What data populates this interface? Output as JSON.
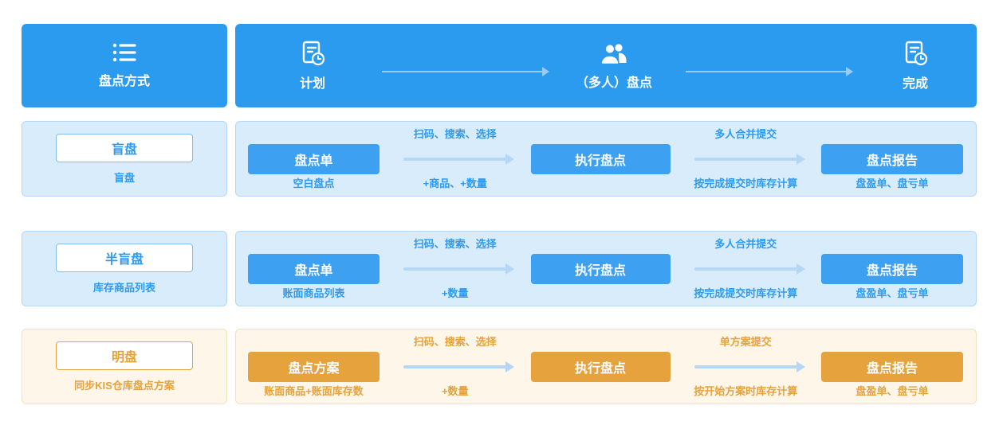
{
  "header": {
    "method_label": "盘点方式",
    "steps": [
      {
        "label": "计划",
        "icon": "document-clock-icon"
      },
      {
        "label": "（多人）盘点",
        "icon": "people-icon"
      },
      {
        "label": "完成",
        "icon": "document-clock-icon"
      }
    ]
  },
  "rows": [
    {
      "method_title": "盲盘",
      "method_subtitle": "盲盘",
      "plan_button": "盘点单",
      "plan_label": "空白盘点",
      "arrow1_top": "扫码、搜索、选择",
      "arrow1_bottom": "+商品、+数量",
      "execute_button": "执行盘点",
      "arrow2_top": "多人合并提交",
      "arrow2_bottom": "按完成提交时库存计算",
      "report_button": "盘点报告",
      "report_label": "盘盈单、盘亏单"
    },
    {
      "method_title": "半盲盘",
      "method_subtitle": "库存商品列表",
      "plan_button": "盘点单",
      "plan_label": "账面商品列表",
      "arrow1_top": "扫码、搜索、选择",
      "arrow1_bottom": "+数量",
      "execute_button": "执行盘点",
      "arrow2_top": "多人合并提交",
      "arrow2_bottom": "按完成提交时库存计算",
      "report_button": "盘点报告",
      "report_label": "盘盈单、盘亏单"
    },
    {
      "method_title": "明盘",
      "method_subtitle": "同步KIS仓库盘点方案",
      "plan_button": "盘点方案",
      "plan_label": "账面商品+账面库存数",
      "arrow1_top": "扫码、搜索、选择",
      "arrow1_bottom": "+数量",
      "execute_button": "执行盘点",
      "arrow2_top": "单方案提交",
      "arrow2_bottom": "按开始方案时库存计算",
      "report_button": "盘点报告",
      "report_label": "盘盈单、盘亏单"
    }
  ],
  "colors": {
    "header_blue": "#2B9BF0",
    "button_blue": "#3DA0F1",
    "light_blue_bg": "#D9ECFC",
    "accent_blue_text": "#2E9BF0",
    "button_orange": "#E6A23C",
    "light_orange_bg": "#FDF6E9",
    "arrow_blue": "#B5D7F5"
  }
}
